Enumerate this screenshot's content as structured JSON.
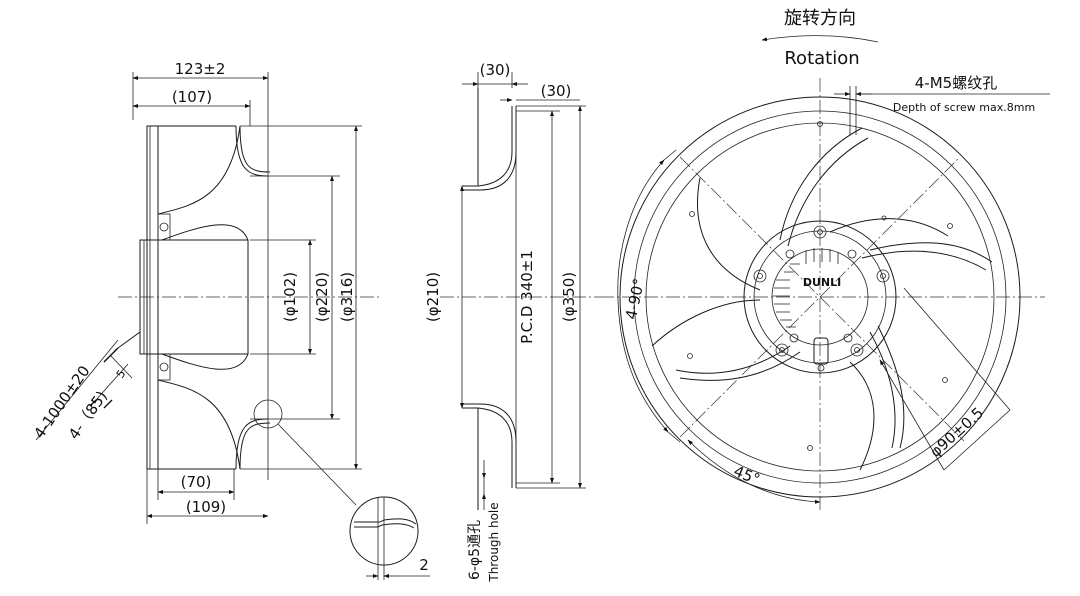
{
  "rotation": {
    "label_cn": "旋转方向",
    "label_en": "Rotation"
  },
  "screw": {
    "label": "4-M5螺纹孔",
    "depth_note": "Depth of screw max.8mm"
  },
  "side_view": {
    "overall_length": "123±2",
    "ref_length": "(107)",
    "dia_inner": "(φ102)",
    "dia_mid": "(φ220)",
    "dia_outer": "(φ316)",
    "bottom_length_short": "(70)",
    "bottom_length_long": "(109)",
    "cable_length": "4-1000±20",
    "cable_strip": "4-（85)",
    "cable_small": "5",
    "detail_dim": "2"
  },
  "profile_view": {
    "top_width_a": "(30)",
    "top_width_b": "(30)",
    "dia_inlet": "(φ210)",
    "pcd": "P.C.D 340±1",
    "dia_outer": "(φ350)",
    "hole_label": "6-φ5通孔",
    "hole_note": "Through hole"
  },
  "front_view": {
    "angle_4x": "4-90°",
    "angle_45": "45°",
    "hub_dia": "φ90±0.5",
    "brand": "DUNLI"
  }
}
